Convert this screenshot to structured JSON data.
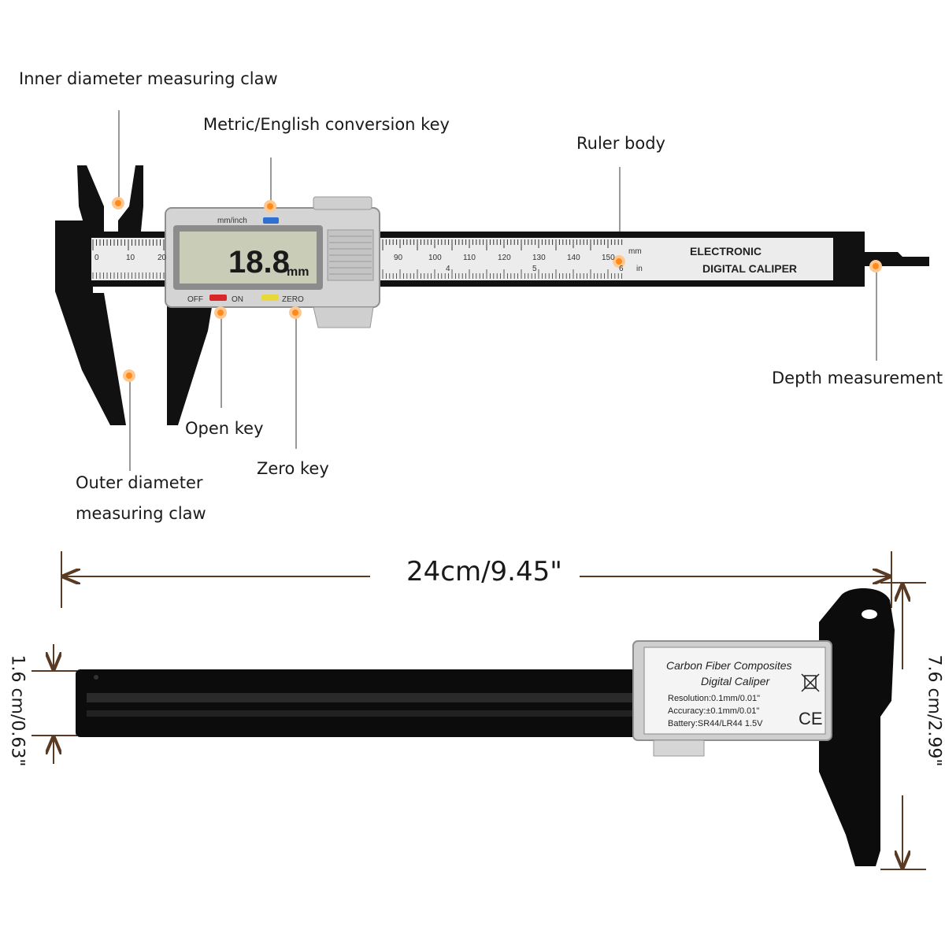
{
  "callouts": {
    "inner_claw": "Inner diameter measuring claw",
    "conversion_key": "Metric/English conversion key",
    "ruler_body": "Ruler body",
    "depth": "Depth measurement",
    "open_key": "Open key",
    "zero_key": "Zero key",
    "outer_claw_1": "Outer diameter",
    "outer_claw_2": "measuring claw"
  },
  "caliper_front": {
    "unit_switch": "mm/inch",
    "display_value": "18.8",
    "display_unit": "mm",
    "btn_off": "OFF",
    "btn_on": "ON",
    "btn_zero": "ZERO",
    "brand_1": "ELECTRONIC",
    "brand_2": "DIGITAL CALIPER",
    "scale_mm_unit": "mm",
    "scale_in_unit": "in",
    "scale_left": [
      "0",
      "10",
      "20"
    ],
    "scale_right": [
      "90",
      "100",
      "110",
      "120",
      "130",
      "140",
      "150"
    ],
    "inch_marks": [
      "4",
      "5",
      "6"
    ]
  },
  "caliper_back": {
    "line1": "Carbon Fiber Composites",
    "line2": "Digital Caliper",
    "line3": "Resolution:0.1mm/0.01\"",
    "line4": "Accuracy:±0.1mm/0.01\"",
    "line5": "Battery:SR44/LR44 1.5V",
    "ce": "CE"
  },
  "dimensions": {
    "length": "24cm/9.45\"",
    "thickness": "1.6 cm/0.63\"",
    "height": "7.6 cm/2.99\""
  },
  "colors": {
    "callout_dot": "#ff8a1c",
    "body_black": "#111111",
    "silver": "#d9d9d9",
    "lcd": "#c9cdb8",
    "arrow_brown": "#5a3a22"
  }
}
